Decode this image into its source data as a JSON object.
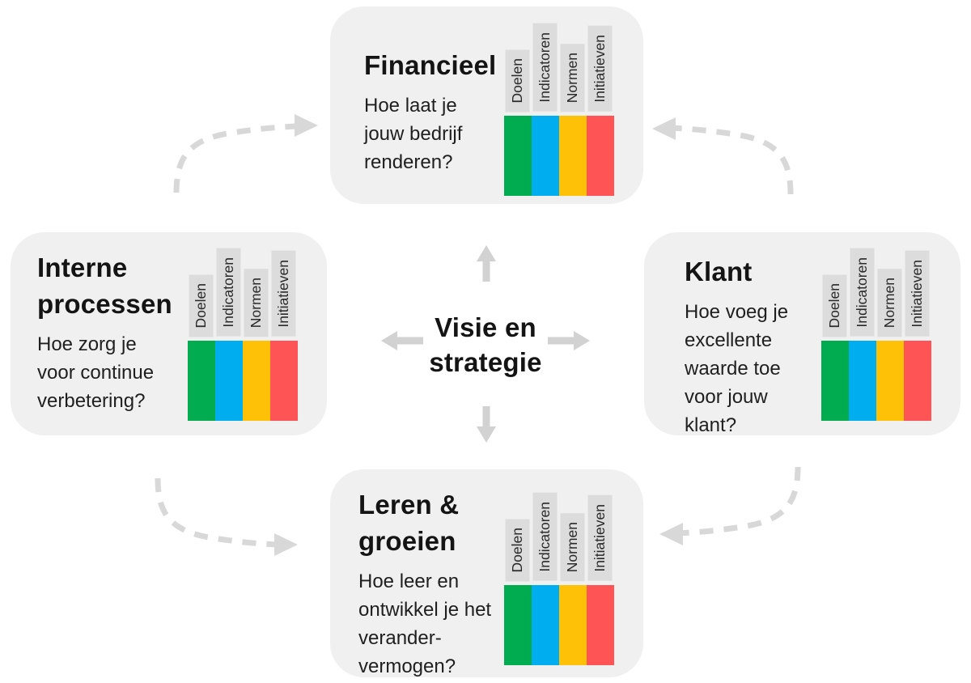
{
  "center": {
    "title": "Visie en\nstrategie"
  },
  "cards": [
    {
      "id": "financieel",
      "title": "Financieel",
      "question": "Hoe laat je\njouw bedrijf\nrenderen?"
    },
    {
      "id": "interne-processen",
      "title": "Interne\nprocessen",
      "question": "Hoe zorg je\nvoor continue\nverbetering?"
    },
    {
      "id": "klant",
      "title": "Klant",
      "question": "Hoe voeg je\nexcellente\nwaarde toe\nvoor jouw\nklant?"
    },
    {
      "id": "leren-groeien",
      "title": "Leren &\ngroeien",
      "question": "Hoe leer en\nontwikkel je het\nverander-\nvermogen?"
    }
  ],
  "scorecard": {
    "columns": [
      {
        "label": "Doelen",
        "color": "#00AC4F"
      },
      {
        "label": "Indicatoren",
        "color": "#00AEEF"
      },
      {
        "label": "Normen",
        "color": "#FFC107"
      },
      {
        "label": "Initiatieven",
        "color": "#FF5455"
      }
    ]
  },
  "colors": {
    "card_bg": "#F0F0F0",
    "label_bg": "#DCDCDC",
    "arrow": "#D2D2D2",
    "dashed_arrow": "#D8D8D8"
  }
}
